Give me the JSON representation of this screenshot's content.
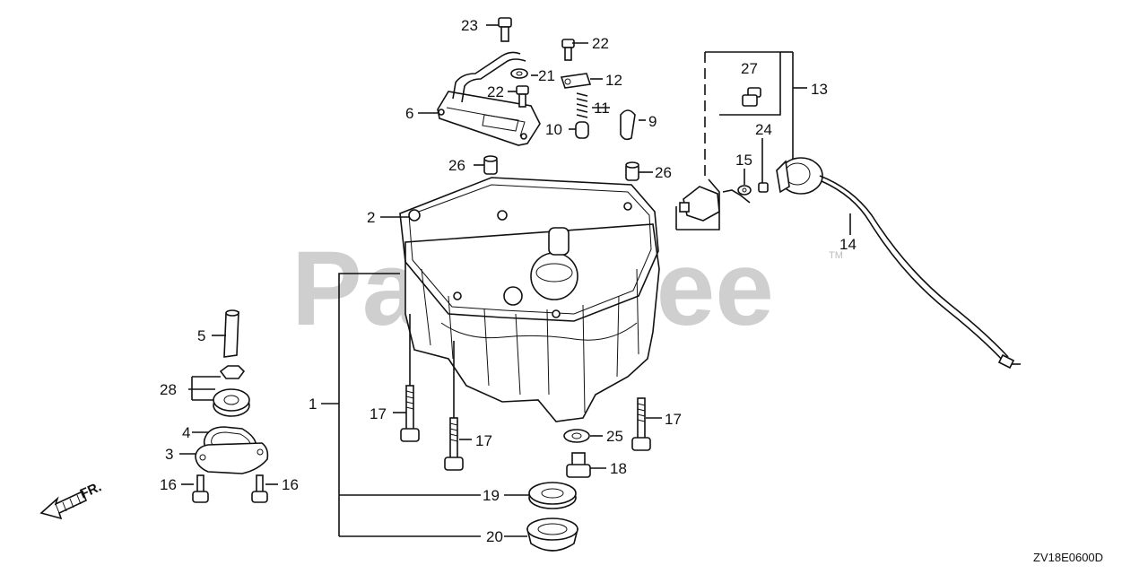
{
  "watermark": {
    "text": "PartsTree",
    "trademark": "TM"
  },
  "drawing_code": "ZV18E0600D",
  "direction_label": "FR.",
  "callouts": {
    "c1": "1",
    "c2": "2",
    "c3": "3",
    "c4": "4",
    "c5": "5",
    "c6": "6",
    "c9": "9",
    "c10": "10",
    "c11": "11",
    "c12": "12",
    "c13": "13",
    "c14": "14",
    "c15": "15",
    "c16a": "16",
    "c16b": "16",
    "c17a": "17",
    "c17b": "17",
    "c17c": "17",
    "c18": "18",
    "c19": "19",
    "c20": "20",
    "c21": "21",
    "c22a": "22",
    "c22b": "22",
    "c23": "23",
    "c24": "24",
    "c25": "25",
    "c26a": "26",
    "c26b": "26",
    "c27": "27",
    "c28": "28"
  }
}
